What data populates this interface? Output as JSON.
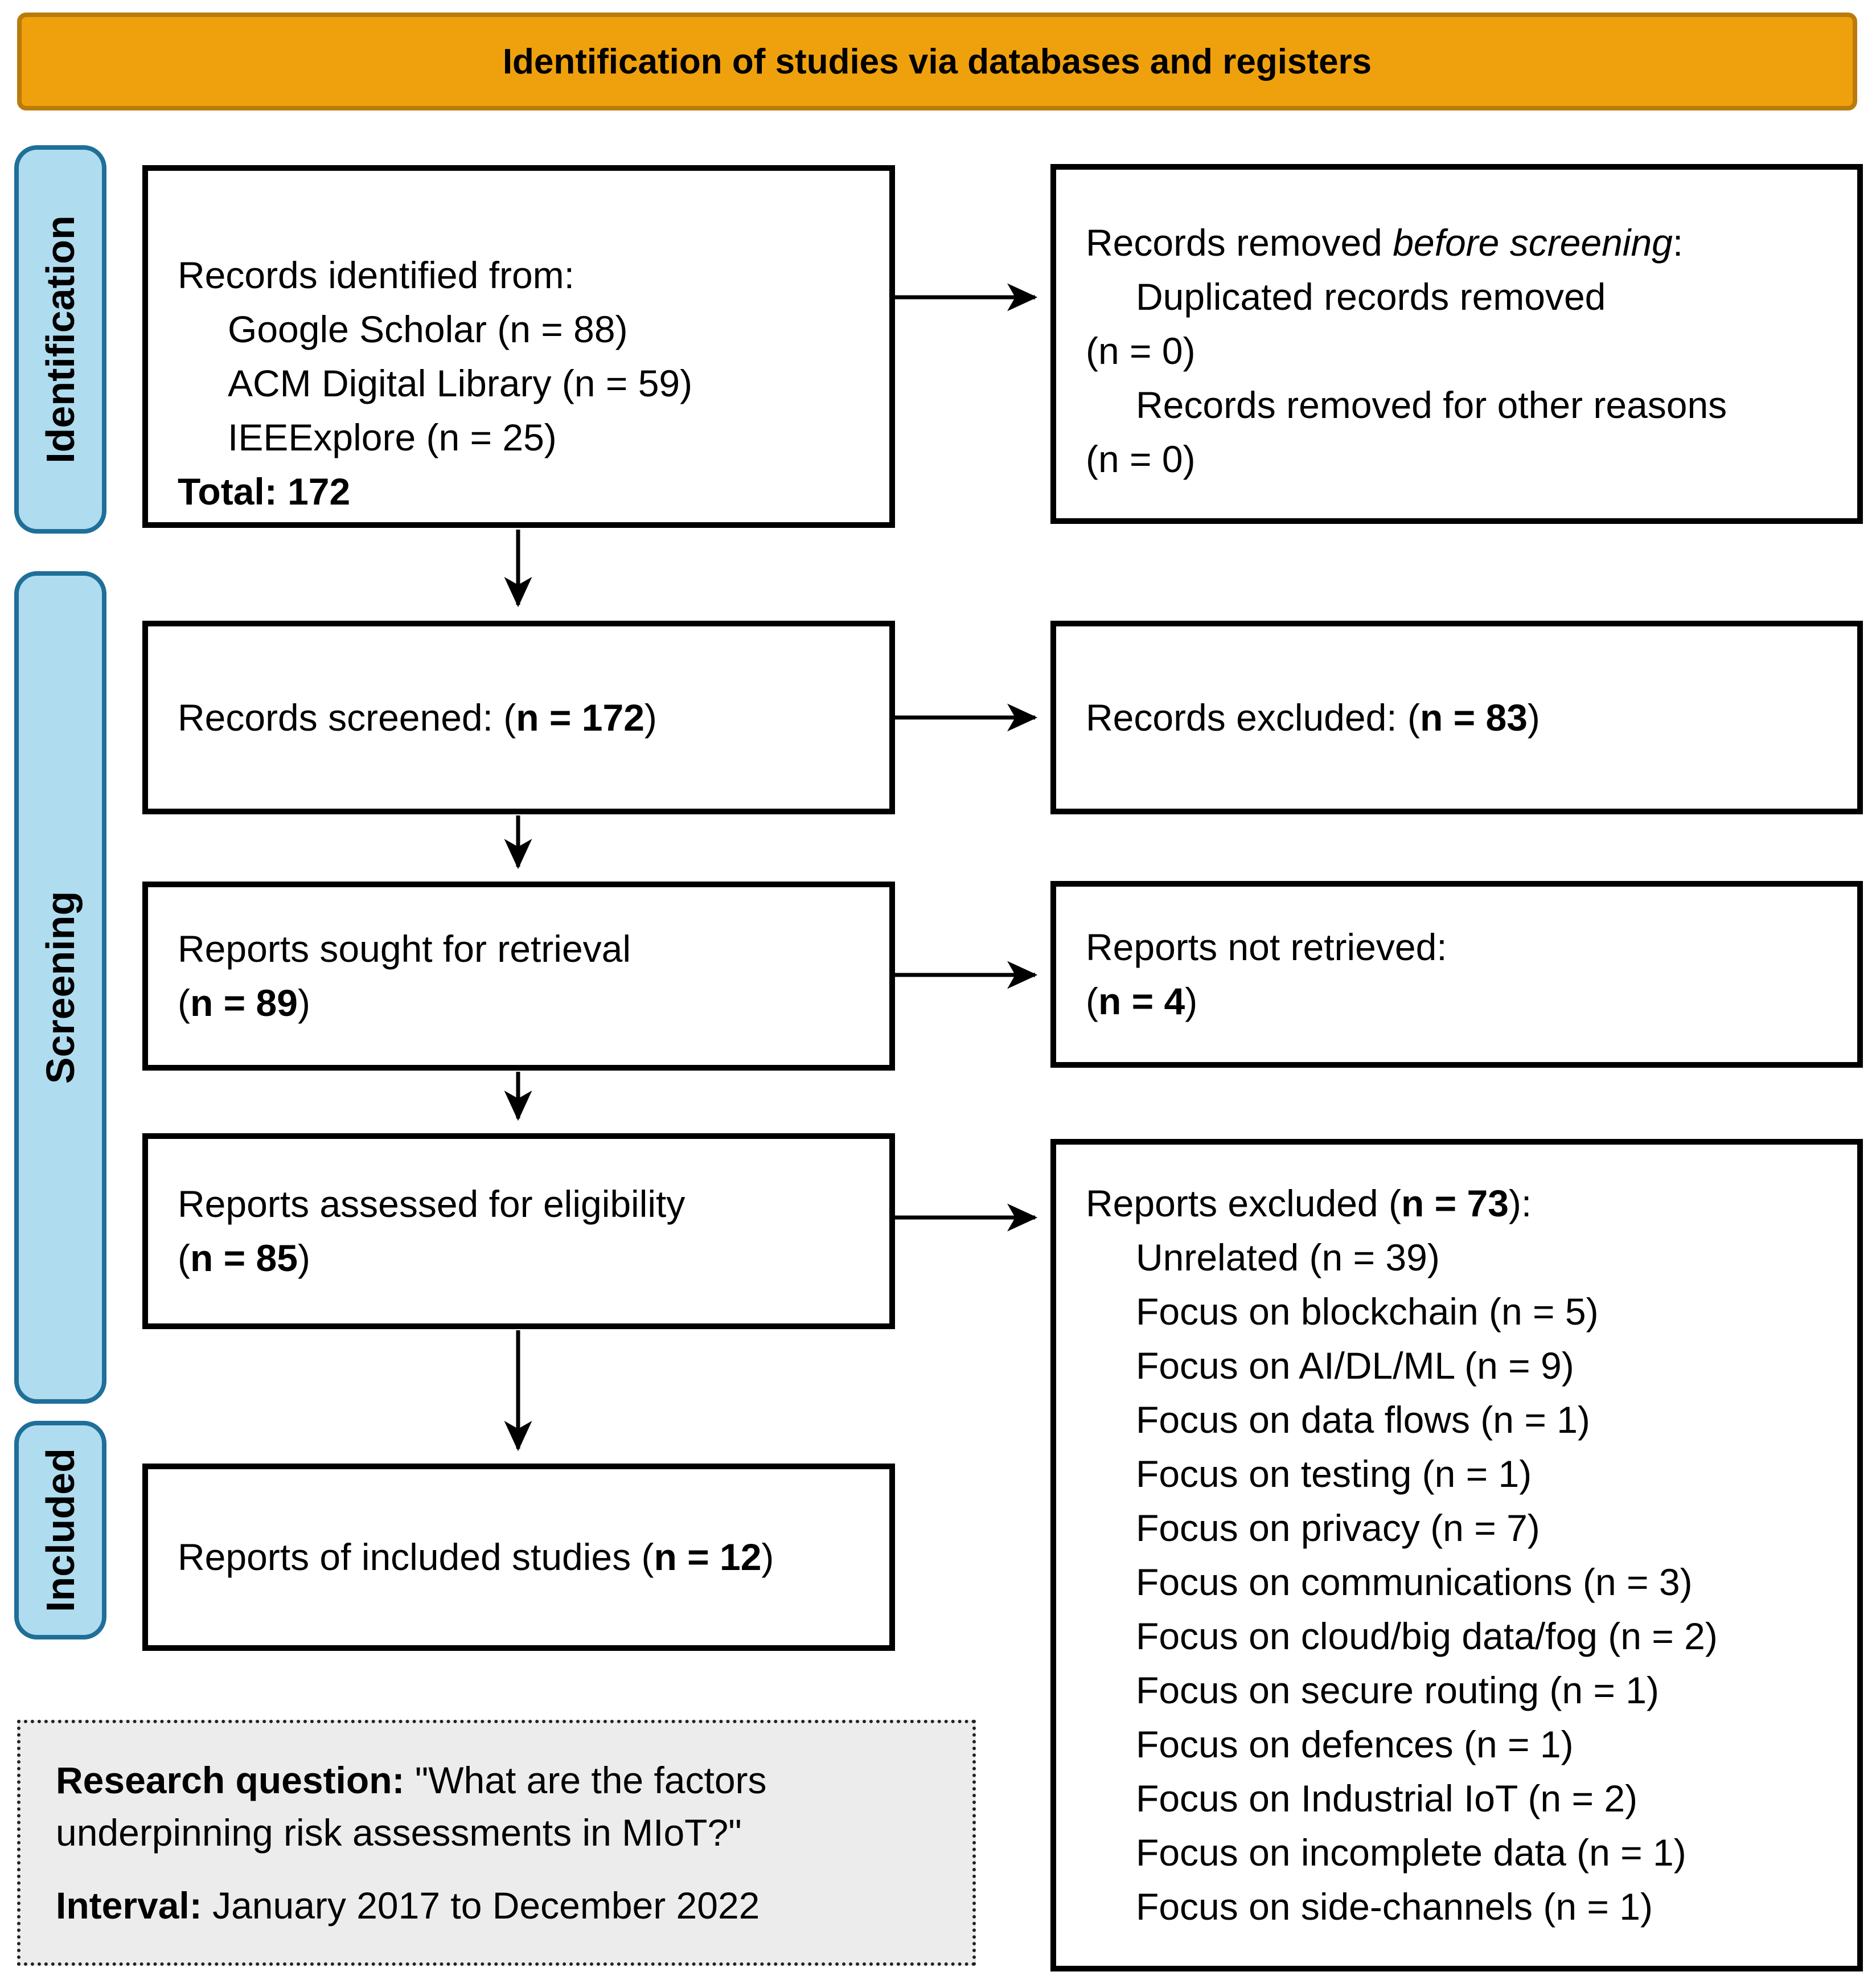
{
  "banner": {
    "title": "Identification of studies via databases and registers"
  },
  "colors": {
    "banner_fill": "#EFA10D",
    "banner_border": "#BA7B0B",
    "stage_fill": "#B0DCEF",
    "stage_border": "#1F6F99",
    "note_fill": "#ECECEC",
    "box_border": "#000000"
  },
  "sidebar": [
    {
      "label": "Identification"
    },
    {
      "label": "Screening"
    },
    {
      "label": "Included"
    }
  ],
  "boxes": {
    "identified": {
      "line1": "Records identified from:",
      "items": [
        "Google Scholar (n = 88)",
        "ACM Digital Library (n = 59)",
        "IEEExplore (n = 25)"
      ],
      "total": "Total: 172"
    },
    "removed": {
      "pre": "Records removed ",
      "italic": "before screening",
      "post": ":",
      "item1": "Duplicated records removed",
      "n1": "(n = 0)",
      "item2": "Records removed for other reasons",
      "n2": "(n = 0)"
    },
    "screened": {
      "pre": "Records screened: (",
      "bold": "n = 172",
      "post": ")"
    },
    "excluded": {
      "pre": "Records excluded: (",
      "bold": "n = 83",
      "post": ")"
    },
    "sought": {
      "line1": "Reports sought for retrieval",
      "pre": "(",
      "bold": "n = 89",
      "post": ")"
    },
    "not_retrieved": {
      "line1": "Reports not retrieved:",
      "pre": "(",
      "bold": "n = 4",
      "post": ")"
    },
    "assessed": {
      "line1": "Reports assessed for eligibility",
      "pre": "(",
      "bold": "n = 85",
      "post": ")"
    },
    "reports_excluded": {
      "pre": "Reports excluded (",
      "bold": "n = 73",
      "post": "):",
      "items": [
        "Unrelated (n = 39)",
        "Focus on blockchain (n = 5)",
        "Focus on AI/DL/ML (n = 9)",
        "Focus on data flows (n = 1)",
        "Focus on testing (n = 1)",
        "Focus on privacy (n = 7)",
        "Focus on communications (n = 3)",
        "Focus on cloud/big data/fog (n = 2)",
        "Focus on secure routing (n = 1)",
        "Focus on defences (n = 1)",
        "Focus on Industrial IoT (n = 2)",
        "Focus on incomplete data (n = 1)",
        "Focus on side-channels (n = 1)"
      ]
    },
    "included_studies": {
      "pre": "Reports of included studies (",
      "bold": "n = 12",
      "post": ")"
    }
  },
  "footnote": {
    "q_label": "Research question:",
    "q_text": " \"What are the factors underpinning risk assessments in MIoT?\"",
    "i_label": "Interval:",
    "i_text": " January 2017 to December 2022"
  }
}
